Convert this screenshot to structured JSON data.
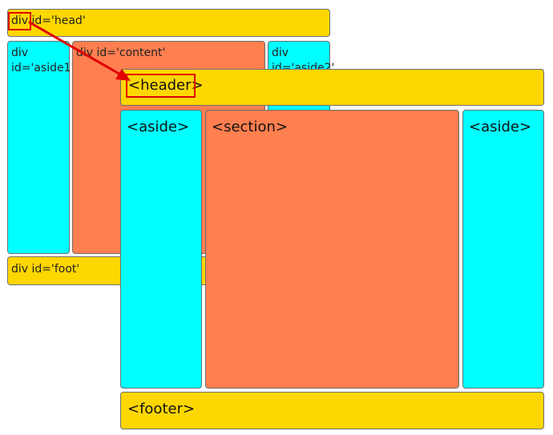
{
  "old_layout": {
    "head": "div id='head'",
    "aside1": "div\nid='aside1'",
    "content": "div id='content'",
    "aside2": "div\nid='aside2'",
    "foot": "div id='foot'"
  },
  "new_layout": {
    "header": "<header>",
    "aside_left": "<aside>",
    "section": "<section>",
    "aside_right": "<aside>",
    "footer": "<footer>"
  },
  "colors": {
    "header_footer": "#ffd700",
    "aside": "#00ffff",
    "content": "#ff7f50",
    "highlight": "#e00000"
  }
}
